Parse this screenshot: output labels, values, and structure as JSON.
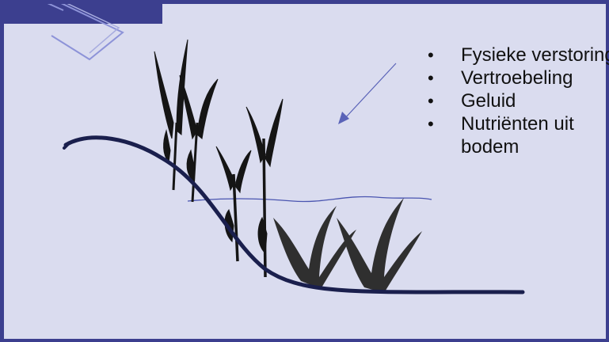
{
  "bullets": [
    "Fysieke verstoring",
    "Vertroebeling",
    "Geluid",
    "Nutriënten uit bodem"
  ],
  "colors": {
    "background": "#dadcef",
    "frame": "#3c3f8f",
    "bank": "#1a1f4d",
    "water": "#4a55b0",
    "vegetation": "#151515",
    "arrow": "#5a63b8",
    "text": "#111111"
  }
}
